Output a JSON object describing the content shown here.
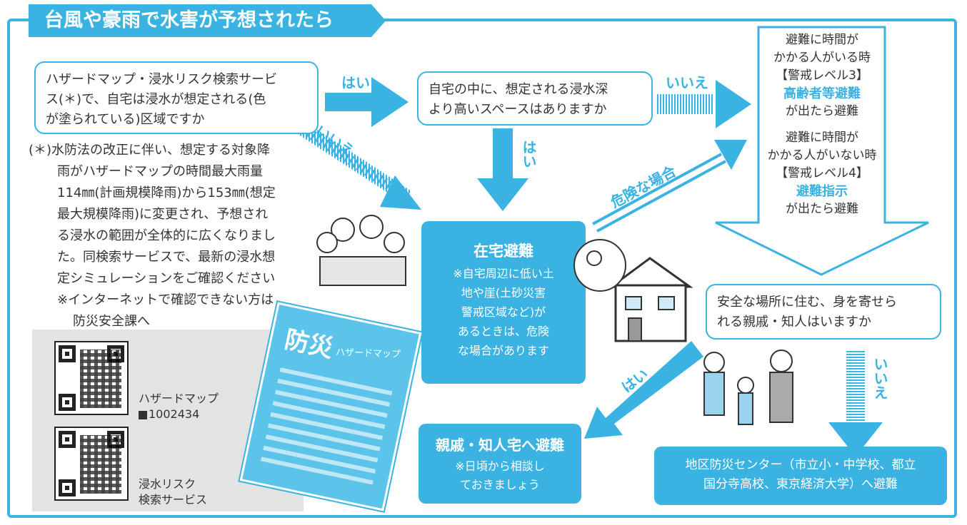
{
  "title": "台風や豪雨で水害が予想されたら",
  "q1": {
    "lines": [
      "ハザードマップ・浸水リスク検索サービ",
      "ス(＊)で、自宅は浸水が想定される(色",
      "が塗られている)区域ですか"
    ]
  },
  "q2": {
    "lines": [
      "自宅の中に、想定される浸水深",
      "より高いスペースはありますか"
    ]
  },
  "q3": {
    "lines": [
      "安全な場所に住む、身を寄せら",
      "れる親戚・知人はいますか"
    ]
  },
  "note": {
    "lines": [
      "(＊)水防法の改正に伴い、想定する対象降",
      "雨がハザードマップの時間最大雨量",
      "114㎜(計画規模降雨)から153㎜(想定",
      "最大規模降雨)に変更され、予想され",
      "る浸水の範囲が全体的に広くなりまし",
      "た。同検索サービスで、最新の浸水想",
      "定シミュレーションをご確認ください",
      "※インターネットで確認できない方は",
      "防災安全課へ"
    ]
  },
  "labels": {
    "yes1": "はい",
    "no1": "いいえ",
    "no_diag": "いいえ",
    "yes2": "はい",
    "danger": "危険な場合",
    "yes3": "はい",
    "no3": "いいえ"
  },
  "evac": {
    "a_line1": "避難に時間が",
    "a_line2": "かかる人がいる時",
    "a_level": "【警戒レベル3】",
    "a_signal": "高齢者等避難",
    "a_after": "が出たら避難",
    "b_line1": "避難に時間が",
    "b_line2": "かかる人がいない時",
    "b_level": "【警戒レベル4】",
    "b_signal": "避難指示",
    "b_after": "が出たら避難"
  },
  "stay_home": {
    "title": "在宅避難",
    "lines": [
      "※自宅周辺に低い土",
      "地や崖(土砂災害",
      "警戒区域など)が",
      "あるときは、危険",
      "な場合があります"
    ]
  },
  "relatives": {
    "title": "親戚・知人宅へ避難",
    "lines": [
      "※日頃から相談し",
      "ておきましょう"
    ]
  },
  "center": {
    "lines": [
      "地区防災センター（市立小・中学校、都立",
      "国分寺高校、東京経済大学）へ避難"
    ]
  },
  "qr1": {
    "label": "ハザードマップ",
    "id": "1002434"
  },
  "qr2": {
    "label_line1": "浸水リスク",
    "label_line2": "検索サービス"
  },
  "map_cover": {
    "title": "防災",
    "subtitle": "ハザードマップ"
  },
  "colors": {
    "accent": "#3ab3e2",
    "text": "#333333"
  }
}
